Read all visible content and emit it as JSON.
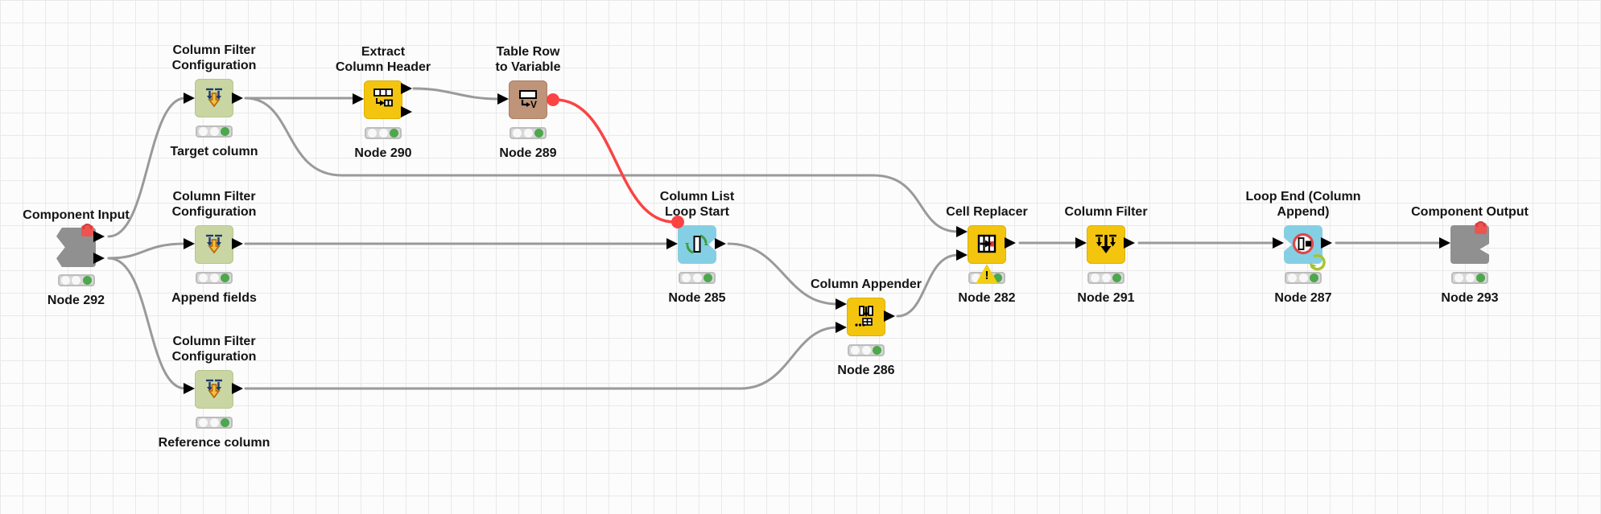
{
  "workflow": {
    "nodes": [
      {
        "title": "Component Input",
        "name": "Node 292"
      },
      {
        "title": "Column Filter\nConfiguration",
        "name": "Target column"
      },
      {
        "title": "Column Filter\nConfiguration",
        "name": "Append fields"
      },
      {
        "title": "Column Filter\nConfiguration",
        "name": "Reference column"
      },
      {
        "title": "Extract\nColumn Header",
        "name": "Node 290"
      },
      {
        "title": "Table Row\nto Variable",
        "name": "Node 289"
      },
      {
        "title": "Column List\nLoop Start",
        "name": "Node 285"
      },
      {
        "title": "Column Appender",
        "name": "Node 286"
      },
      {
        "title": "Cell Replacer",
        "name": "Node 282",
        "warning_glyph": "!"
      },
      {
        "title": "Column Filter",
        "name": "Node 291"
      },
      {
        "title": "Loop End (Column\nAppend)",
        "name": "Node 287"
      },
      {
        "title": "Component Output",
        "name": "Node 293"
      }
    ],
    "colors": {
      "configuration_node": "#c9d6a3",
      "manipulator_node": "#f4c50e",
      "loop_node": "#85cfe4",
      "variable_node": "#bf9478",
      "component_io_node": "#909090",
      "data_wire": "#9a9a9a",
      "flow_variable_wire": "#fb4343",
      "status_green": "#4da74d",
      "warning_yellow": "#f2cf12",
      "lock_badge": "#ee5350",
      "grid_line": "#e9e9e9",
      "canvas_background": "#fcfcfc"
    }
  }
}
